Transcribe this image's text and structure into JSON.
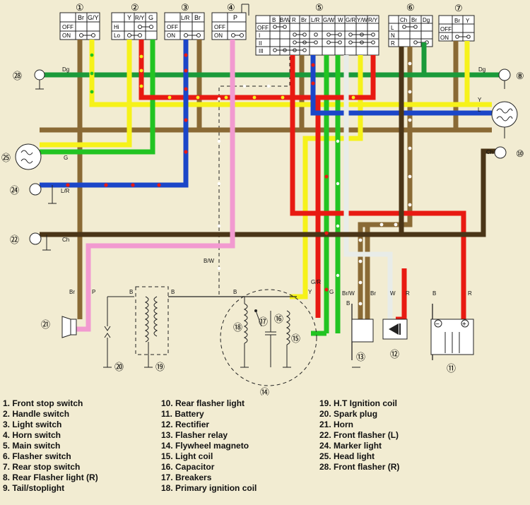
{
  "switch_tables": [
    {
      "id": "1",
      "num": "①",
      "cols": [
        "",
        "Br",
        "G/Y"
      ],
      "rows": [
        "OFF",
        "ON"
      ]
    },
    {
      "id": "2",
      "num": "②",
      "cols": [
        "",
        "Y",
        "R/Y",
        "G"
      ],
      "rows": [
        "Hi",
        "Lo"
      ]
    },
    {
      "id": "3",
      "num": "③",
      "cols": [
        "",
        "L/R",
        "Br"
      ],
      "rows": [
        "OFF",
        "ON"
      ]
    },
    {
      "id": "4",
      "num": "④",
      "cols": [
        "",
        "P"
      ],
      "rows": [
        "OFF",
        "ON"
      ]
    },
    {
      "id": "5",
      "num": "⑤",
      "cols": [
        "",
        "B",
        "B/W",
        "R",
        "Br",
        "L/R",
        "G/W",
        "W",
        "G/R",
        "Y/W",
        "R/Y"
      ],
      "rows": [
        "OFF",
        "I",
        "II",
        "III"
      ]
    },
    {
      "id": "6",
      "num": "⑥",
      "cols": [
        "",
        "Ch",
        "Br",
        "Dg"
      ],
      "rows": [
        "L",
        "N",
        "R"
      ]
    },
    {
      "id": "7",
      "num": "⑦",
      "cols": [
        "",
        "Br",
        "Y"
      ],
      "rows": [
        "OFF",
        "ON"
      ]
    }
  ],
  "component_numbers": {
    "c28": "㉘",
    "c8": "⑧",
    "c25": "㉕",
    "c10": "⑩",
    "c24": "㉔",
    "c22": "㉒",
    "c21": "㉑",
    "c20": "⑳",
    "c19": "⑲",
    "c18": "⑱",
    "c17": "⑰",
    "c16": "⑯",
    "c15": "⑮",
    "c14": "⑭",
    "c13": "⑬",
    "c12": "⑫",
    "c11": "⑪"
  },
  "wire_labels": {
    "dg_left": "Dg",
    "dg_right": "Dg",
    "y_right": "Y",
    "l_right": "L",
    "g_left": "G",
    "lr_left": "L/R",
    "ch_left": "Ch",
    "ch_right": "Ch",
    "bw_mid": "B/W",
    "br_21": "Br",
    "p_21": "P",
    "b_19": "B",
    "b_mid": "B",
    "y_mag": "Y",
    "gr_mag": "G/R",
    "g_mag": "G",
    "brw_13": "Br/W",
    "br_13": "Br",
    "b_13": "B",
    "w_12": "W",
    "r_12": "R",
    "b_11": "B",
    "r_11": "R"
  },
  "battery_signs": {
    "minus": "−",
    "plus": "+"
  },
  "legend": {
    "col1": [
      "1. Front stop switch",
      "2. Handle switch",
      "3. Light switch",
      "4. Horn switch",
      "5. Main switch",
      "6. Flasher switch",
      "7. Rear stop switch",
      "8. Rear Flasher light (R)",
      "9. Tail/stoplight"
    ],
    "col2": [
      "10. Rear flasher light",
      "11. Battery",
      "12. Rectifier",
      "13. Flasher relay",
      "14. Flywheel magneto",
      "15. Light coil",
      "16. Capacitor",
      "17. Breakers",
      "18. Primary ignition coil"
    ],
    "col3": [
      "19. H.T Ignition coil",
      "20. Spark plug",
      "21. Horn",
      "22. Front flasher (L)",
      "24. Marker light",
      "25. Head light",
      "28. Front flasher (R)"
    ]
  },
  "colors": {
    "background": "#f2ecd2",
    "brown": "#8a6a35",
    "dark_brown": "#4a3517",
    "yellow": "#f6f21a",
    "green": "#22c422",
    "dark_green": "#1b9a3a",
    "red": "#e81a12",
    "blue": "#1b46c8",
    "pink": "#f29ad0",
    "white_wire": "#e8ece8",
    "black": "#111111"
  }
}
